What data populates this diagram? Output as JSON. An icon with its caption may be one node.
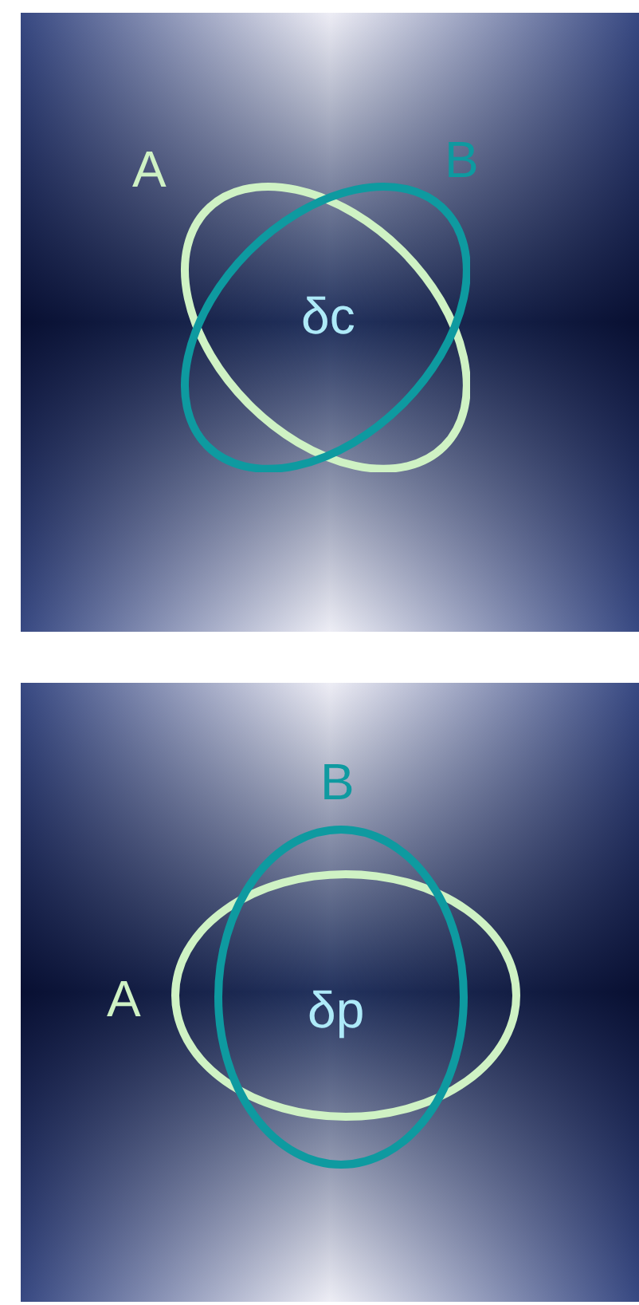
{
  "diagram": {
    "labels": [
      "A",
      "B",
      "δc",
      "B",
      "A",
      "δp"
    ]
  }
}
